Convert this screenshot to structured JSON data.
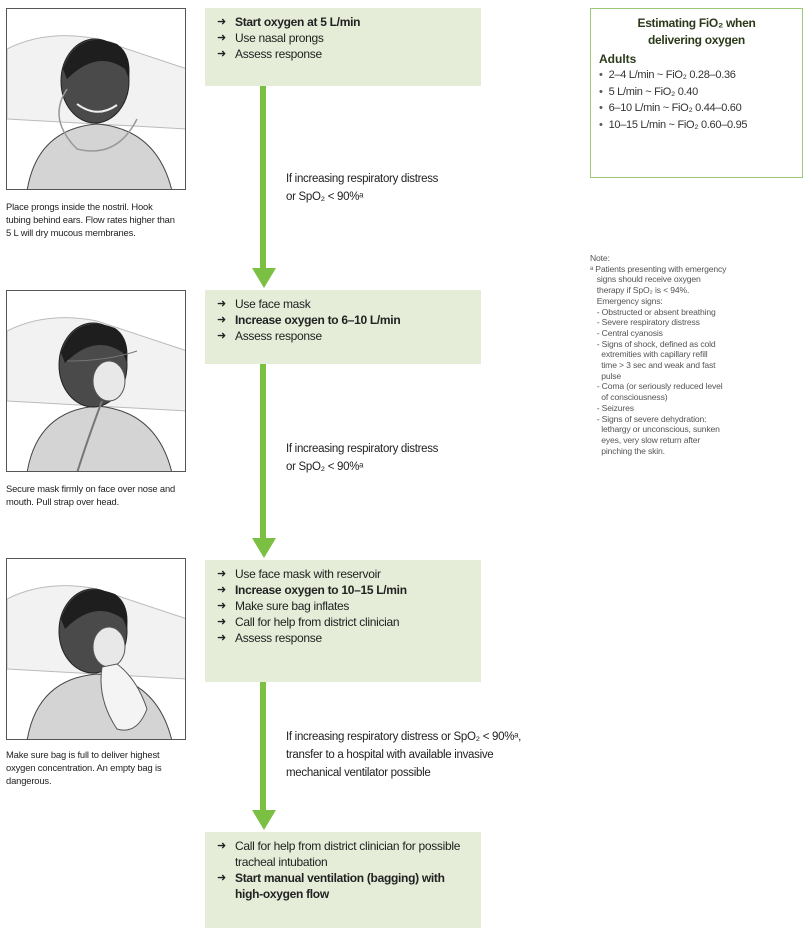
{
  "illustrations": [
    {
      "name": "nasal-prongs-illustration",
      "caption": "Place prongs inside the nostril. Hook tubing behind ears. Flow rates higher than 5 L will dry mucous membranes."
    },
    {
      "name": "face-mask-illustration",
      "caption": "Secure mask firmly on face over nose and mouth. Pull strap over head."
    },
    {
      "name": "reservoir-mask-illustration",
      "caption": "Make sure bag is full to deliver highest oxygen concentration. An empty bag is dangerous."
    }
  ],
  "steps": [
    {
      "lines": [
        {
          "text": "Start oxygen at 5 L/min",
          "bold": true
        },
        {
          "text": "Use nasal prongs",
          "bold": false
        },
        {
          "text": "Assess response",
          "bold": false
        }
      ]
    },
    {
      "lines": [
        {
          "text": "Use face mask",
          "bold": false
        },
        {
          "text": "Increase oxygen to 6–10 L/min",
          "bold": true
        },
        {
          "text": "Assess response",
          "bold": false
        }
      ]
    },
    {
      "lines": [
        {
          "text": "Use face mask with reservoir",
          "bold": false
        },
        {
          "text": "Increase oxygen to 10–15 L/min",
          "bold": true
        },
        {
          "text": "Make sure bag inflates",
          "bold": false
        },
        {
          "text": "Call for help from district clinician",
          "bold": false
        },
        {
          "text": "Assess response",
          "bold": false
        }
      ]
    },
    {
      "lines": [
        {
          "text": "Call for help from district clinician for possible tracheal intubation",
          "bold": false
        },
        {
          "text": "Start manual ventilation (bagging) with high-oxygen flow",
          "bold": true
        }
      ]
    }
  ],
  "conditions": [
    {
      "lines": [
        "If increasing respiratory distress",
        "or SpO₂ < 90%ᵃ"
      ]
    },
    {
      "lines": [
        "If increasing respiratory distress",
        "or SpO₂ < 90%ᵃ"
      ]
    },
    {
      "lines": [
        "If increasing respiratory distress or SpO₂ < 90%ᵃ,",
        "transfer to a hospital with available invasive",
        "mechanical ventilator possible"
      ]
    }
  ],
  "arrow_glyph": "➜",
  "fio2_box": {
    "title_line1": "Estimating FiO₂ when",
    "title_line2": "delivering oxygen",
    "subtitle": "Adults",
    "items": [
      "2–4 L/min ~ FiO₂ 0.28–0.36",
      "5 L/min ~ FiO₂ 0.40",
      "6–10 L/min ~ FiO₂ 0.44–0.60",
      "10–15 L/min ~ FiO₂ 0.60–0.95"
    ]
  },
  "note": {
    "lines": [
      "Note:",
      "ᵃ Patients presenting with emergency",
      "   signs should receive oxygen",
      "   therapy if SpO₂ is < 94%.",
      "   Emergency signs:",
      "   - Obstructed or absent breathing",
      "   - Severe respiratory distress",
      "   - Central cyanosis",
      "   - Signs of shock, defined as cold",
      "     extremities with capillary refill",
      "     time > 3 sec and weak and fast",
      "     pulse",
      "   - Coma (or seriously reduced level",
      "     of consciousness)",
      "   - Seizures",
      "   - Signs of severe dehydration:",
      "     lethargy or unconscious, sunken",
      "     eyes, very slow return after",
      "     pinching the skin."
    ]
  },
  "colors": {
    "step_bg": "#e5edd8",
    "arrow_green": "#7bc043",
    "box_border": "#9cc87a"
  }
}
